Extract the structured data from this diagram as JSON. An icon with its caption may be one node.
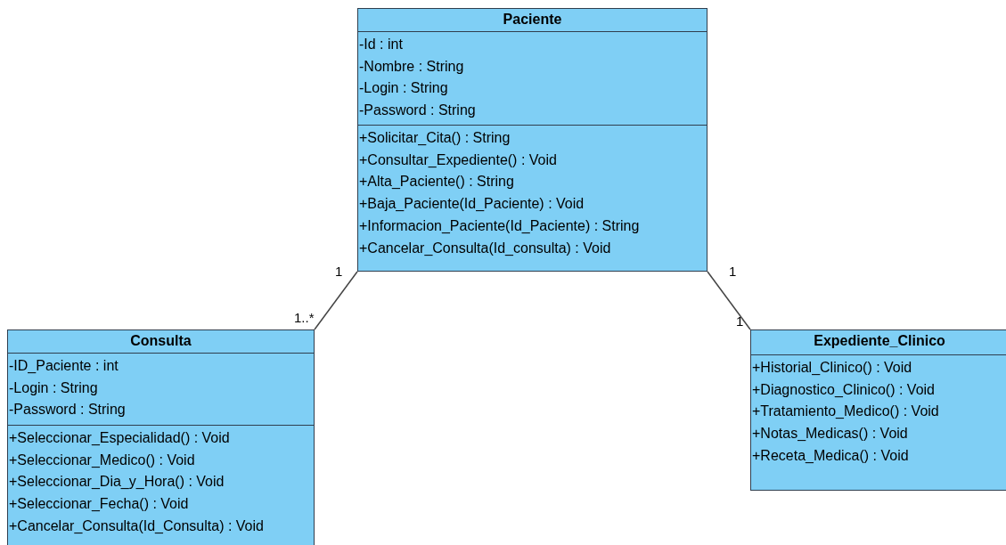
{
  "diagram": {
    "nodes": [
      {
        "text": [
          "Paciente"
        ]
      },
      {
        "text": [
          "-Id : int",
          "-Nombre : String",
          "-Login : String",
          "-Password : String"
        ],
        "in": 0
      },
      {
        "text": [
          "+Solicitar_Cita() : String",
          "+Consultar_Expediente() : Void",
          "+Alta_Paciente() : String",
          "+Baja_Paciente(Id_Paciente) : Void",
          "+Informacion_Paciente(Id_Paciente) : String",
          "+Cancelar_Consulta(Id_consulta) : Void"
        ],
        "in": 0
      },
      {
        "text": [
          "Consulta"
        ]
      },
      {
        "text": [
          "-ID_Paciente : int",
          "-Login : String",
          "-Password : String"
        ],
        "in": 3
      },
      {
        "text": [
          "+Seleccionar_Especialidad() : Void",
          "+Seleccionar_Medico() : Void",
          "+Seleccionar_Dia_y_Hora() : Void",
          "+Seleccionar_Fecha() : Void",
          "+Cancelar_Consulta(Id_Consulta) : Void"
        ],
        "in": 3
      },
      {
        "text": [
          "Expediente_Clinico"
        ]
      },
      {
        "text": [
          "+Historial_Clinico() : Void",
          "+Diagnostico_Clinico() : Void",
          "+Tratamiento_Medico() : Void",
          "+Notas_Medicas() : Void",
          "+Receta_Medica() : Void"
        ],
        "in": 6
      }
    ],
    "edges": [
      {
        "from": 0,
        "to": 3,
        "arrow": "none"
      },
      {
        "from": 0,
        "to": 6,
        "arrow": "none"
      }
    ],
    "labels": [
      "1",
      "1..*",
      "1",
      "1"
    ]
  }
}
